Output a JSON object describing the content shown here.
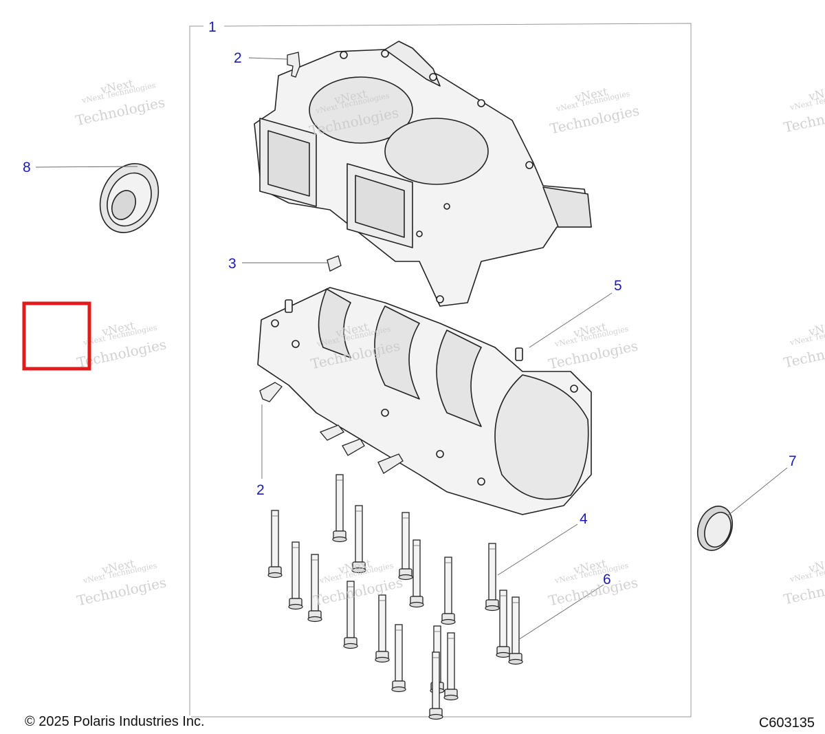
{
  "callouts": {
    "c1": "1",
    "c2a": "2",
    "c2b": "2",
    "c3": "3",
    "c4": "4",
    "c5": "5",
    "c6": "6",
    "c7": "7",
    "c8": "8"
  },
  "watermark": {
    "line1": "vNext Technologies",
    "line2": "vNext",
    "line3": "Technologies"
  },
  "footer": {
    "copyright": "© 2025 Polaris Industries Inc.",
    "diagram_code": "C603135"
  },
  "colors": {
    "callout": "#1a1ab8",
    "highlight": "#e01b1b",
    "line": "#222222",
    "fill": "#f3f3f3",
    "watermark": "#c9c9c9"
  }
}
